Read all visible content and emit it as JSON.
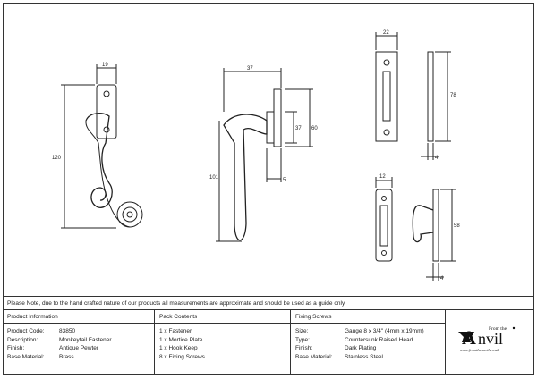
{
  "dimensions": {
    "fastener_width": "19",
    "fastener_height": "120",
    "side_width": "37",
    "plate_inner": "37",
    "plate_height": "60",
    "handle_height": "101",
    "plate_thickness": "5",
    "mortice_width": "22",
    "mortice_height": "78",
    "mortice_thickness": "4",
    "keep_width": "12",
    "keep_height": "58",
    "keep_thickness": "4"
  },
  "note": "Please Note, due to the hand crafted nature of our products all measurements are approximate and should be used as a guide only.",
  "product_info": {
    "title": "Product Information",
    "rows": [
      {
        "k": "Product Code:",
        "v": "83850"
      },
      {
        "k": "Description:",
        "v": "Monkeytail Fastener"
      },
      {
        "k": "Finish:",
        "v": "Antique Pewter"
      },
      {
        "k": "Base Material:",
        "v": "Brass"
      }
    ]
  },
  "pack_contents": {
    "title": "Pack Contents",
    "items": [
      "1 x Fastener",
      "1 x Mortice Plate",
      "1 x Hook Keep",
      "8 x Fixing Screws"
    ]
  },
  "fixing_screws": {
    "title": "Fixing Screws",
    "rows": [
      {
        "k": "Size:",
        "v": "Gauge 8 x 3/4\" (4mm x 19mm)"
      },
      {
        "k": "Type:",
        "v": "Countersunk Raised Head"
      },
      {
        "k": "Finish:",
        "v": "Dark Plating"
      },
      {
        "k": "Base Material:",
        "v": "Stainless Steel"
      }
    ]
  },
  "logo": {
    "from": "From the",
    "name": "Anvil",
    "url": "www.fromtheanvil.co.uk"
  }
}
